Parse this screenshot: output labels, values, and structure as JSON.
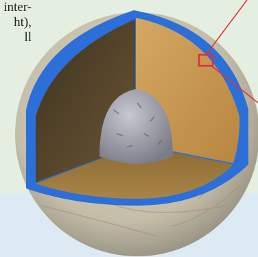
{
  "caption": {
    "lines": [
      "inter-",
      "ht),",
      "ll"
    ]
  },
  "colors": {
    "background_upper": "#e4efe1",
    "background_lower": "#dceaf4",
    "surface": "#c9c3b0",
    "ice_shell": "#2d6fd8",
    "ocean_layer": "#9a7a3a",
    "mantle_face_light": "#c79a55",
    "mantle_face_dark": "#5b4a2e",
    "core": "#9a9aa4",
    "callout_line": "#e0303a"
  },
  "icons": [
    "cutaway-sphere",
    "callout-box"
  ]
}
